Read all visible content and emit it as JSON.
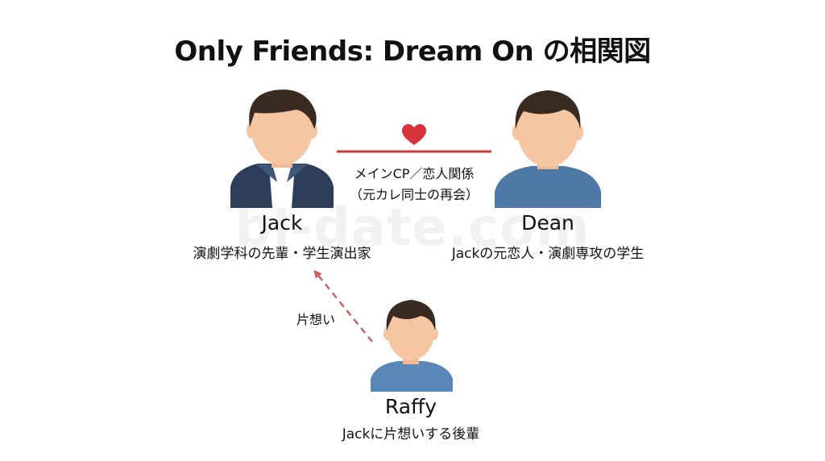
{
  "title": "Only Friends: Dream On の相関図",
  "watermark": "bl-date.com",
  "characters": {
    "jack": {
      "name": "Jack",
      "description": "演劇学科の先輩・学生演出家"
    },
    "dean": {
      "name": "Dean",
      "description": "Jackの元恋人・演劇専攻の学生"
    },
    "raffy": {
      "name": "Raffy",
      "description": "Jackに片想いする後輩"
    }
  },
  "relations": {
    "main_cp": {
      "line1": "メインCP／恋人関係",
      "line2": "（元カレ同士の再会）",
      "icon": "heart-icon"
    },
    "crush": {
      "label": "片想い",
      "icon": "dashed-arrow"
    }
  },
  "colors": {
    "heart": "#d8323c",
    "relation_line": "#cc3a3a",
    "crush_arrow": "#d06060",
    "skin": "#f6c6a3",
    "hair": "#3a2b22",
    "jack_jacket": "#2c3e5a",
    "jack_shirt": "#ffffff",
    "dean_shirt": "#4e79a7",
    "raffy_shirt": "#5b87b8"
  }
}
